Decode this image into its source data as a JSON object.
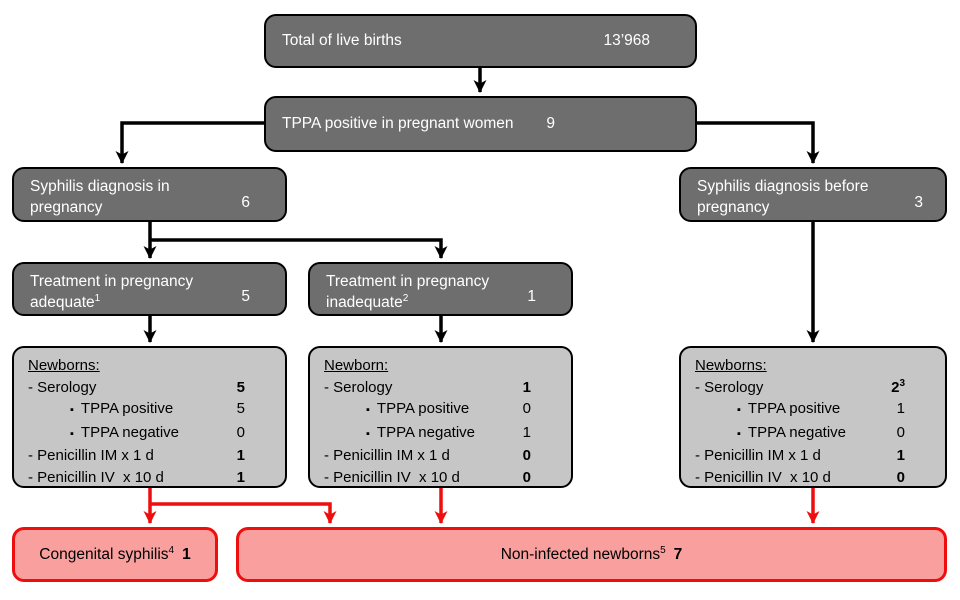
{
  "colors": {
    "box-dark": "#6e6e6e",
    "box-light": "#c6c6c6",
    "box-pink": "#f9a09e",
    "line-black": "#000000",
    "line-red": "#ee0e0e",
    "text-light": "#ffffff",
    "text-dark": "#000000"
  },
  "glyphs": {
    "bullet": "▪"
  },
  "boxes": {
    "total": {
      "label": "Total of live births",
      "value": "13’968"
    },
    "tppa": {
      "label": "TPPA positive in pregnant women",
      "value": "9"
    },
    "diag_in": {
      "label": "Syphilis diagnosis in pregnancy",
      "value": "6"
    },
    "diag_before": {
      "label": "Syphilis diagnosis before pregnancy",
      "value": "3"
    },
    "treat_adequate": {
      "label": "Treatment in pregnancy adequate",
      "footnote": "1",
      "value": "5"
    },
    "treat_inadequate": {
      "label": "Treatment in pregnancy inadequate",
      "footnote": "2",
      "value": "1"
    },
    "congenital": {
      "label": "Congenital syphilis",
      "footnote": "4",
      "value": "1"
    },
    "noninfected": {
      "label": "Non-infected newborns",
      "footnote": "5",
      "value": "7"
    }
  },
  "newborn_boxes": [
    {
      "title": "Newborns:",
      "rows": [
        {
          "label": "- Serology",
          "value": "5"
        },
        {
          "label": "TPPA positive",
          "value": "5"
        },
        {
          "label": "TPPA negative",
          "value": "0"
        },
        {
          "label": "- Penicillin IM x 1 d",
          "value": "1"
        },
        {
          "label": "- Penicillin IV  x 10 d",
          "value": "1"
        }
      ]
    },
    {
      "title": "Newborn:",
      "rows": [
        {
          "label": "- Serology",
          "value": "1"
        },
        {
          "label": "TPPA positive",
          "value": "0"
        },
        {
          "label": "TPPA negative",
          "value": "1"
        },
        {
          "label": "- Penicillin IM x 1 d",
          "value": "0"
        },
        {
          "label": "- Penicillin IV  x 10 d",
          "value": "0"
        }
      ]
    },
    {
      "title": "Newborns:",
      "rows": [
        {
          "label": "- Serology",
          "value": "2",
          "value_footnote": "3"
        },
        {
          "label": "TPPA positive",
          "value": "1"
        },
        {
          "label": "TPPA negative",
          "value": "0"
        },
        {
          "label": "- Penicillin IM x 1 d",
          "value": "1"
        },
        {
          "label": "- Penicillin IV  x 10 d",
          "value": "0"
        }
      ]
    }
  ]
}
